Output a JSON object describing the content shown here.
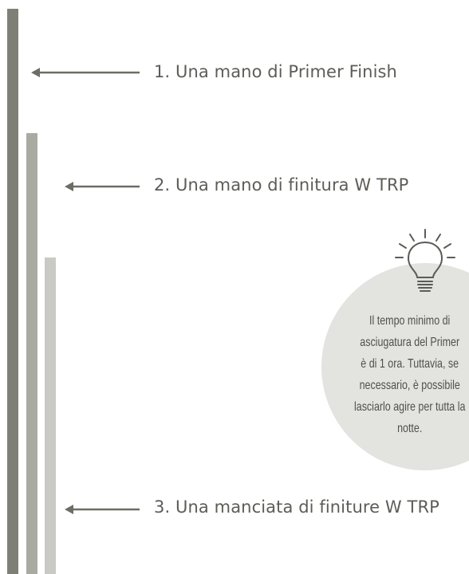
{
  "colors": {
    "bar_1": "#7f8075",
    "bar_2": "#a9aaa2",
    "bar_3": "#c9cac4",
    "arrow": "#6c6e66",
    "tip_circle": "#e3e3e0",
    "text": "#5b5d57",
    "icon_stroke": "#5a5c57"
  },
  "steps": [
    {
      "label": "1. Una mano di Primer Finish"
    },
    {
      "label": "2. Una mano di finitura W TRP"
    },
    {
      "label": "3. Una manciata di finiture W TRP"
    }
  ],
  "tip": {
    "icon": "lightbulb-icon",
    "lines": [
      "Il tempo minimo di",
      "asciugatura del Primer",
      "è di 1 ora. Tuttavia, se",
      "necessario, è possibile",
      "lasciarlo agire per tutta la",
      "notte."
    ]
  }
}
